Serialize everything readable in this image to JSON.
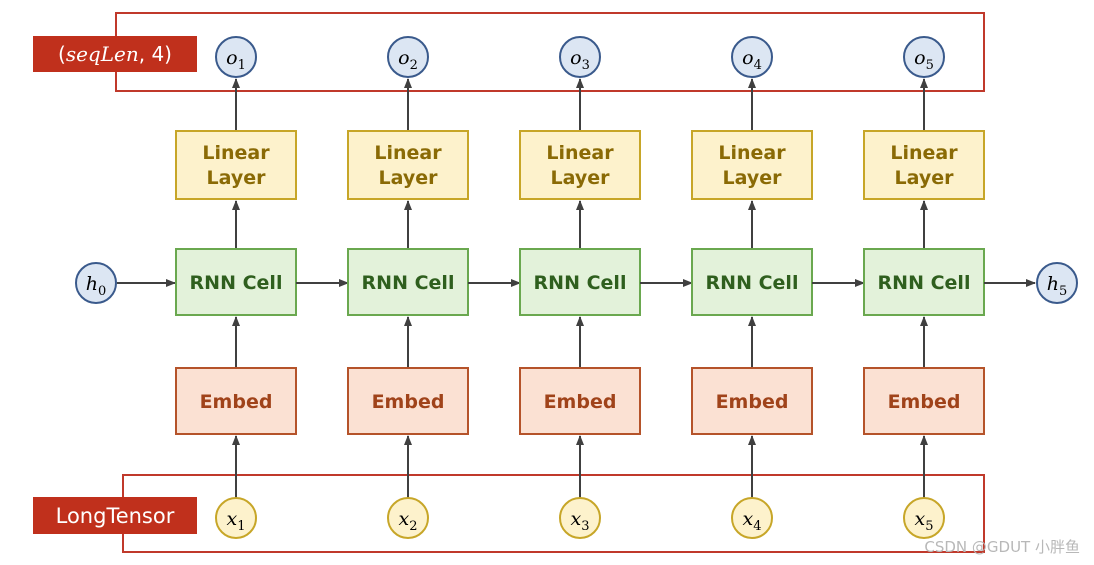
{
  "output_group": {
    "label_var": "seqLen",
    "label_num": "4",
    "label_open": "(",
    "label_sep": ", ",
    "label_close": ")"
  },
  "input_group": {
    "label": "LongTensor"
  },
  "linear_label_line1": "Linear",
  "linear_label_line2": "Layer",
  "rnn_label": "RNN Cell",
  "embed_label": "Embed",
  "h0": {
    "var": "h",
    "sub": "0"
  },
  "h_final": {
    "var": "h",
    "sub": "5"
  },
  "outputs": [
    {
      "var": "o",
      "sub": "1"
    },
    {
      "var": "o",
      "sub": "2"
    },
    {
      "var": "o",
      "sub": "3"
    },
    {
      "var": "o",
      "sub": "4"
    },
    {
      "var": "o",
      "sub": "5"
    }
  ],
  "inputs": [
    {
      "var": "x",
      "sub": "1"
    },
    {
      "var": "x",
      "sub": "2"
    },
    {
      "var": "x",
      "sub": "3"
    },
    {
      "var": "x",
      "sub": "4"
    },
    {
      "var": "x",
      "sub": "5"
    }
  ],
  "colors": {
    "frame_red": "#c0392b",
    "tag_red": "#c0301c",
    "linear_fill": "#fdf2cc",
    "linear_stroke": "#c7a628",
    "linear_text": "#8a6a05",
    "rnn_fill": "#e3f2da",
    "rnn_stroke": "#6aa84f",
    "rnn_text": "#2f5f1e",
    "embed_fill": "#fbe1d3",
    "embed_stroke": "#b5532a",
    "embed_text": "#a0431a",
    "out_fill": "#dce6f3",
    "out_stroke": "#3a5a8c",
    "in_fill": "#fdf2cc",
    "in_stroke": "#c7a628",
    "arrow": "#404040"
  },
  "watermark": "CSDN @GDUT 小胖鱼"
}
